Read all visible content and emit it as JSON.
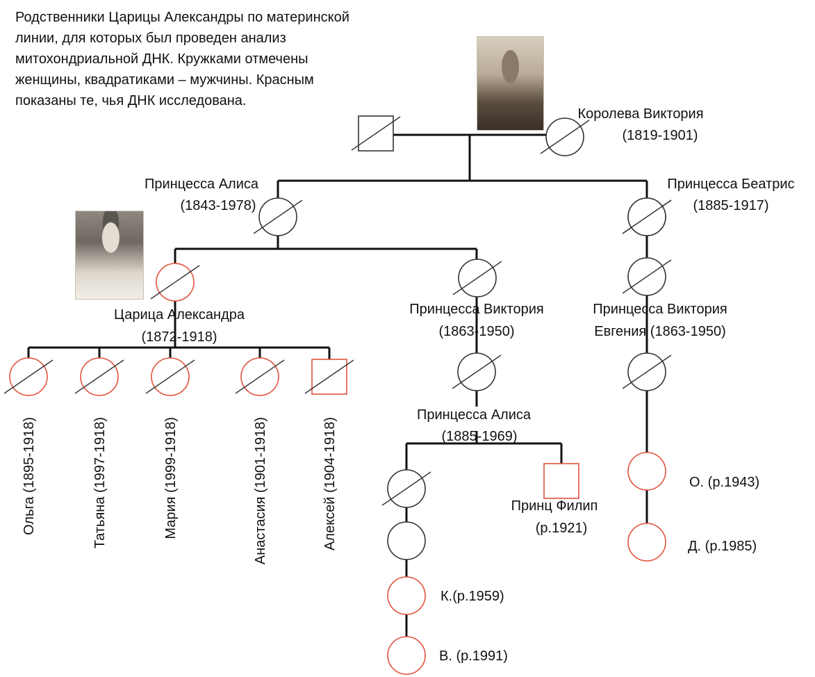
{
  "caption": {
    "lines": [
      "Родственники Царицы Александры по материнской",
      "линии,  для которых был проведен анализ",
      "митохондриальной ДНК. Кружками отмечены",
      "женщины, квадратиками – мужчины. Красным",
      "показаны те, чья ДНК исследована."
    ]
  },
  "colors": {
    "line": "#111111",
    "tested": "#e0533c",
    "untested": "#333333"
  },
  "nodes": {
    "victoria_husband": {
      "shape": "square",
      "tested": false,
      "deceased": true,
      "label": []
    },
    "queen_victoria": {
      "shape": "circle",
      "tested": false,
      "deceased": true,
      "label": [
        "Королева Виктория",
        "(1819-1901)"
      ]
    },
    "princess_alice": {
      "shape": "circle",
      "tested": false,
      "deceased": true,
      "label": [
        "Принцесса Алиса",
        "(1843-1978)"
      ]
    },
    "princess_beatrice": {
      "shape": "circle",
      "tested": false,
      "deceased": true,
      "label": [
        "Принцесса Беатрис",
        "(1885-1917)"
      ]
    },
    "tsarina_alexandra": {
      "shape": "circle",
      "tested": true,
      "deceased": true,
      "label": [
        "Царица Александра",
        "(1872-1918)"
      ]
    },
    "princess_victoria": {
      "shape": "circle",
      "tested": false,
      "deceased": true,
      "label": [
        "Принцесса Виктория",
        "(1863-1950)"
      ]
    },
    "victoria_eugenie_mother": {
      "shape": "circle",
      "tested": false,
      "deceased": true,
      "label": []
    },
    "victoria_eugenie": {
      "shape": "circle",
      "tested": false,
      "deceased": true,
      "label": [
        "Принцесса Виктория",
        "Евгения (1863-1950)"
      ]
    },
    "princess_alice_2": {
      "shape": "circle",
      "tested": false,
      "deceased": true,
      "label": [
        "Принцесса Алиса",
        "(1885-1969)"
      ]
    },
    "eugenie_child": {
      "shape": "circle",
      "tested": false,
      "deceased": true,
      "label": []
    },
    "olga": {
      "shape": "circle",
      "tested": true,
      "deceased": true,
      "label": [
        "Ольга (1895-1918)"
      ]
    },
    "tatiana": {
      "shape": "circle",
      "tested": true,
      "deceased": true,
      "label": [
        "Татьяна (1997-1918)"
      ]
    },
    "maria": {
      "shape": "circle",
      "tested": true,
      "deceased": true,
      "label": [
        "Мария (1999-1918)"
      ]
    },
    "anastasia": {
      "shape": "circle",
      "tested": true,
      "deceased": true,
      "label": [
        "Анастасия (1901-1918)"
      ]
    },
    "alexei": {
      "shape": "square",
      "tested": true,
      "deceased": true,
      "label": [
        "Алексей (1904-1918)"
      ]
    },
    "alice_daughter": {
      "shape": "circle",
      "tested": false,
      "deceased": true,
      "label": []
    },
    "prince_philip": {
      "shape": "square",
      "tested": true,
      "deceased": false,
      "label": [
        "Принц Филип",
        "(р.1921)"
      ]
    },
    "o_1943": {
      "shape": "circle",
      "tested": true,
      "deceased": false,
      "label": [
        "О.  (р.1943)"
      ]
    },
    "d_1985": {
      "shape": "circle",
      "tested": true,
      "deceased": false,
      "label": [
        "Д. (р.1985)"
      ]
    },
    "grand_daughter": {
      "shape": "circle",
      "tested": false,
      "deceased": false,
      "label": []
    },
    "k_1959": {
      "shape": "circle",
      "tested": true,
      "deceased": false,
      "label": [
        "К.(р.1959)"
      ]
    },
    "v_1991": {
      "shape": "circle",
      "tested": true,
      "deceased": false,
      "label": [
        "В. (р.1991)"
      ]
    }
  }
}
